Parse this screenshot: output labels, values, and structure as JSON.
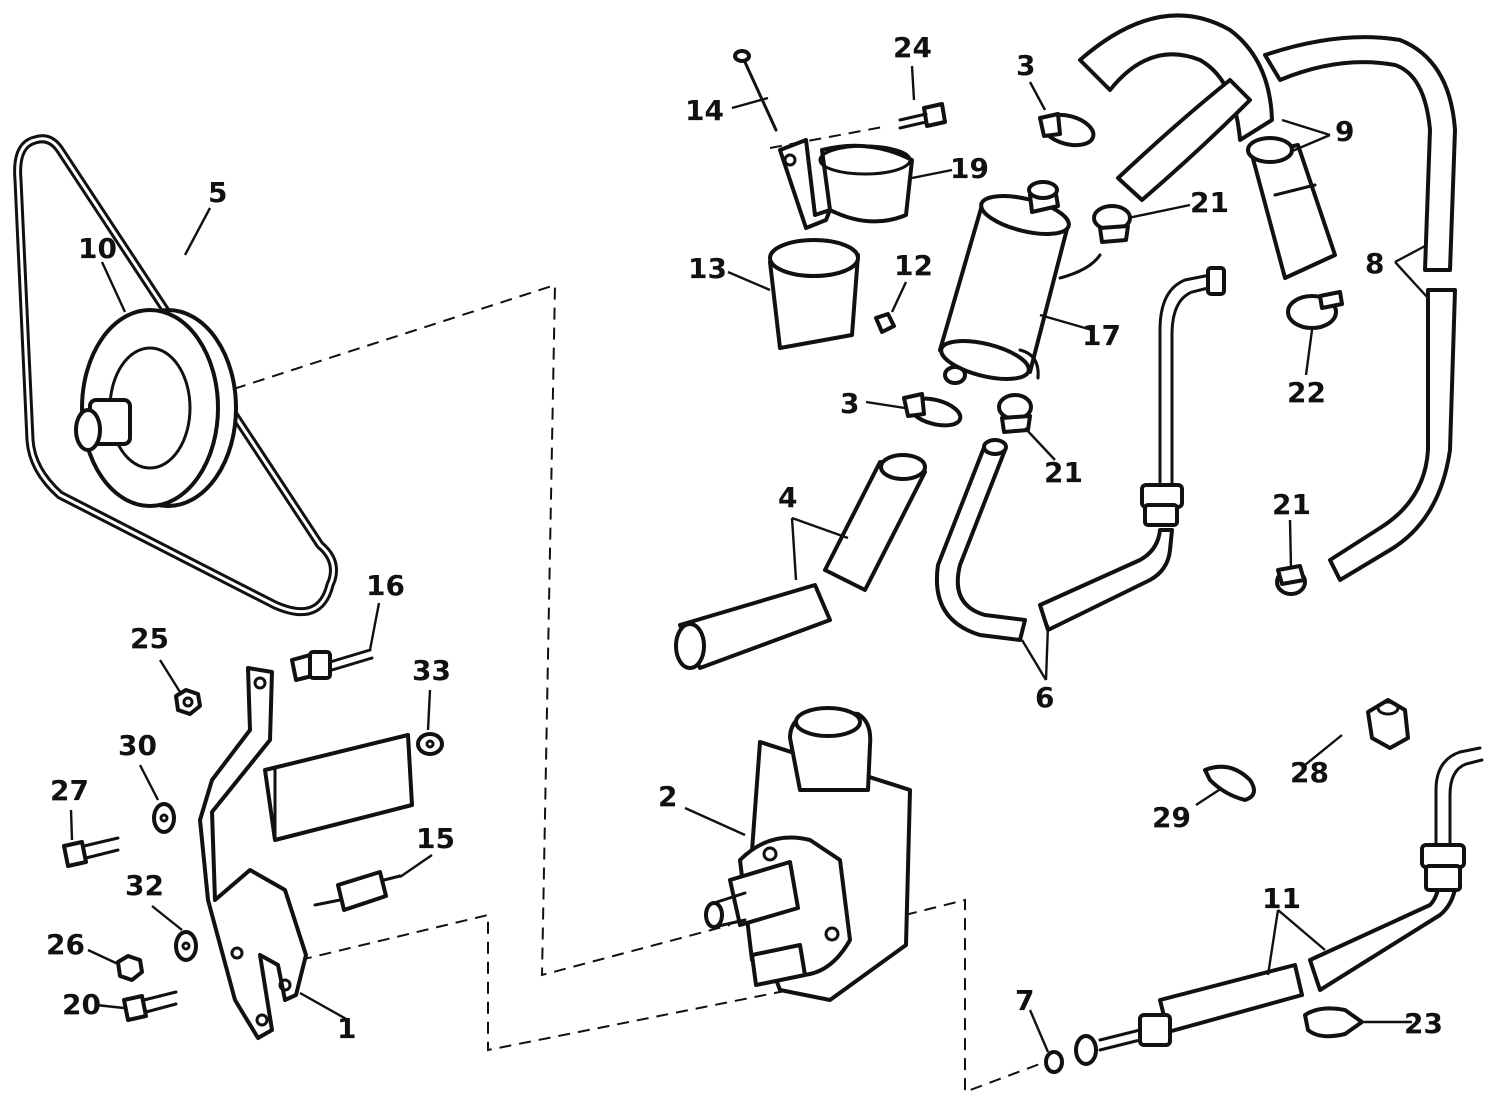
{
  "diagram": {
    "line_color": "#111111",
    "background": "#ffffff",
    "callouts": [
      {
        "id": "c1",
        "label": "1"
      },
      {
        "id": "c2",
        "label": "2"
      },
      {
        "id": "c3a",
        "label": "3"
      },
      {
        "id": "c3b",
        "label": "3"
      },
      {
        "id": "c4",
        "label": "4"
      },
      {
        "id": "c5",
        "label": "5"
      },
      {
        "id": "c6",
        "label": "6"
      },
      {
        "id": "c7",
        "label": "7"
      },
      {
        "id": "c8",
        "label": "8"
      },
      {
        "id": "c9",
        "label": "9"
      },
      {
        "id": "c10",
        "label": "10"
      },
      {
        "id": "c11",
        "label": "11"
      },
      {
        "id": "c12",
        "label": "12"
      },
      {
        "id": "c13",
        "label": "13"
      },
      {
        "id": "c14",
        "label": "14"
      },
      {
        "id": "c15",
        "label": "15"
      },
      {
        "id": "c16",
        "label": "16"
      },
      {
        "id": "c17",
        "label": "17"
      },
      {
        "id": "c19",
        "label": "19"
      },
      {
        "id": "c20",
        "label": "20"
      },
      {
        "id": "c21a",
        "label": "21"
      },
      {
        "id": "c21b",
        "label": "21"
      },
      {
        "id": "c21c",
        "label": "21"
      },
      {
        "id": "c22",
        "label": "22"
      },
      {
        "id": "c23",
        "label": "23"
      },
      {
        "id": "c24",
        "label": "24"
      },
      {
        "id": "c25",
        "label": "25"
      },
      {
        "id": "c26",
        "label": "26"
      },
      {
        "id": "c27",
        "label": "27"
      },
      {
        "id": "c28",
        "label": "28"
      },
      {
        "id": "c29",
        "label": "29"
      },
      {
        "id": "c30",
        "label": "30"
      },
      {
        "id": "c32",
        "label": "32"
      },
      {
        "id": "c33",
        "label": "33"
      }
    ]
  }
}
